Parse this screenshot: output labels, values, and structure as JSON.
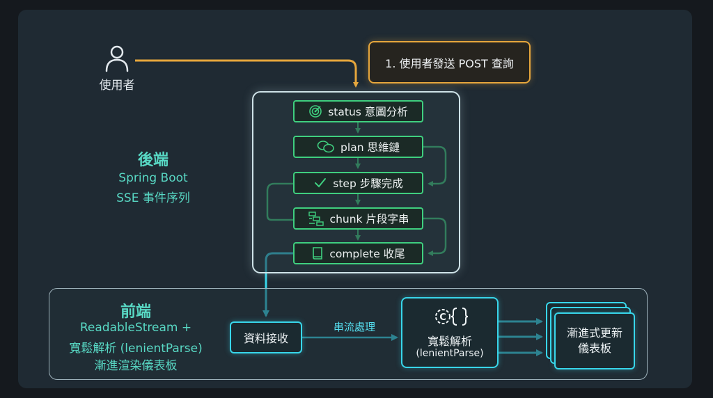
{
  "user": {
    "label": "使用者"
  },
  "post": {
    "label": "1. 使用者發送 POST 查詢"
  },
  "backend": {
    "title": "後端",
    "subtitle_1": "Spring Boot",
    "subtitle_2": "SSE 事件序列",
    "events": [
      {
        "label": "status 意圖分析",
        "icon": "target-icon"
      },
      {
        "label": "plan 思維鏈",
        "icon": "chat-bubbles-icon"
      },
      {
        "label": "step 步驟完成",
        "icon": "check-icon"
      },
      {
        "label": "chunk 片段字串",
        "icon": "chunks-icon"
      },
      {
        "label": "complete 收尾",
        "icon": "book-icon"
      }
    ]
  },
  "frontend": {
    "title": "前端",
    "subtitle_1": "ReadableStream +",
    "subtitle_2": "寬鬆解析 (lenientParse)",
    "subtitle_3": "漸進渲染儀表板",
    "receive": "資料接收",
    "stream_label": "串流處理",
    "parse_1": "寬鬆解析",
    "parse_2": "(lenientParse)",
    "dashboard_1": "漸進式更新",
    "dashboard_2": "儀表板"
  },
  "colors": {
    "orange": "#e6a63c",
    "green": "#3fcf7f",
    "cyan": "#38d6ea",
    "teal_text": "#58d8c4"
  }
}
